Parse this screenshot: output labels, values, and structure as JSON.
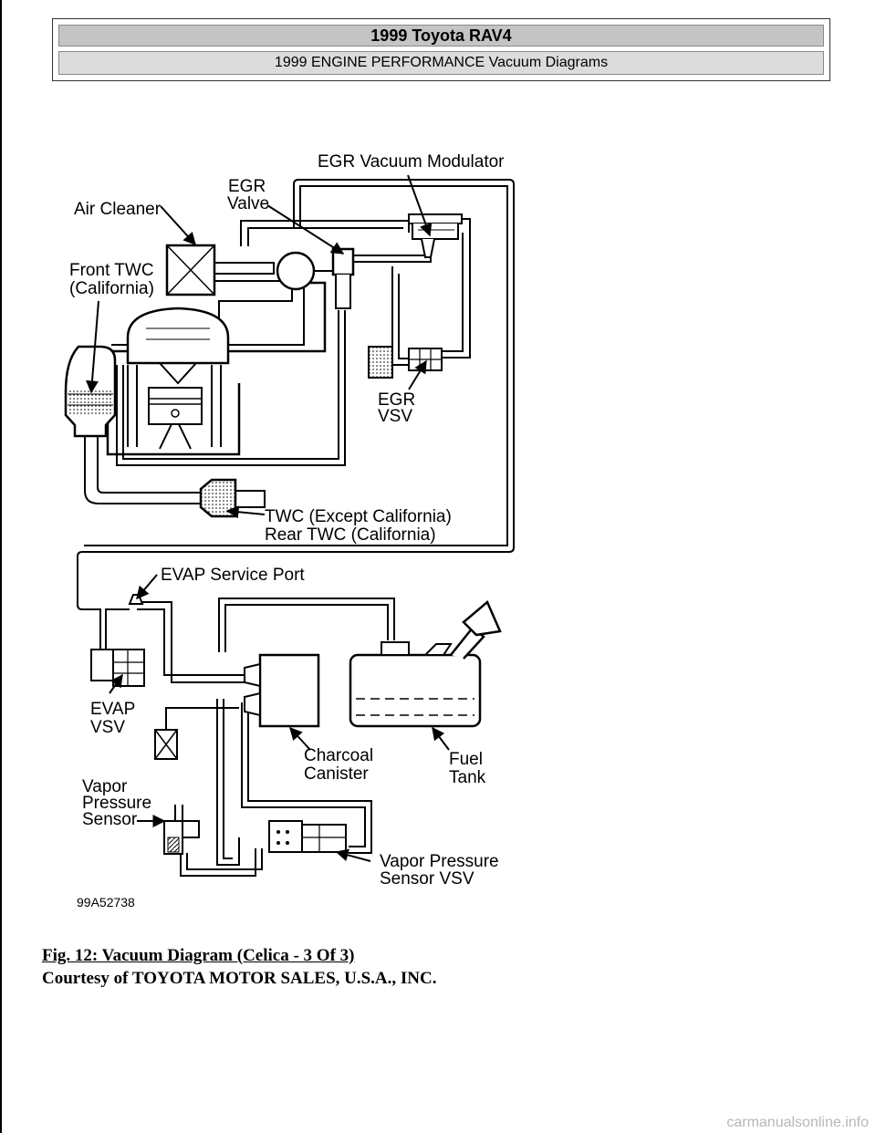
{
  "header": {
    "title": "1999 Toyota RAV4",
    "subtitle": "1999 ENGINE PERFORMANCE Vacuum Diagrams"
  },
  "diagram": {
    "labels": {
      "egr_vacuum_modulator": "EGR Vacuum Modulator",
      "egr_valve_1": "EGR",
      "egr_valve_2": "Valve",
      "air_cleaner": "Air Cleaner",
      "front_twc_1": "Front TWC",
      "front_twc_2": "(California)",
      "egr_vsv_1": "EGR",
      "egr_vsv_2": "VSV",
      "twc_1": "TWC (Except California)",
      "twc_2": "Rear TWC (California)",
      "evap_service_port": "EVAP Service Port",
      "evap_vsv_1": "EVAP",
      "evap_vsv_2": "VSV",
      "charcoal_1": "Charcoal",
      "charcoal_2": "Canister",
      "fuel_1": "Fuel",
      "fuel_2": "Tank",
      "vapor_sensor_1": "Vapor",
      "vapor_sensor_2": "Pressure",
      "vapor_sensor_3": "Sensor",
      "vapor_vsv_1": "Vapor Pressure",
      "vapor_vsv_2": "Sensor VSV",
      "code": "99A52738"
    }
  },
  "caption": {
    "figure": "Fig. 12: Vacuum Diagram (Celica - 3 Of 3)",
    "credit": "Courtesy of TOYOTA MOTOR SALES, U.S.A., INC."
  },
  "watermark": "carmanualsonline.info"
}
